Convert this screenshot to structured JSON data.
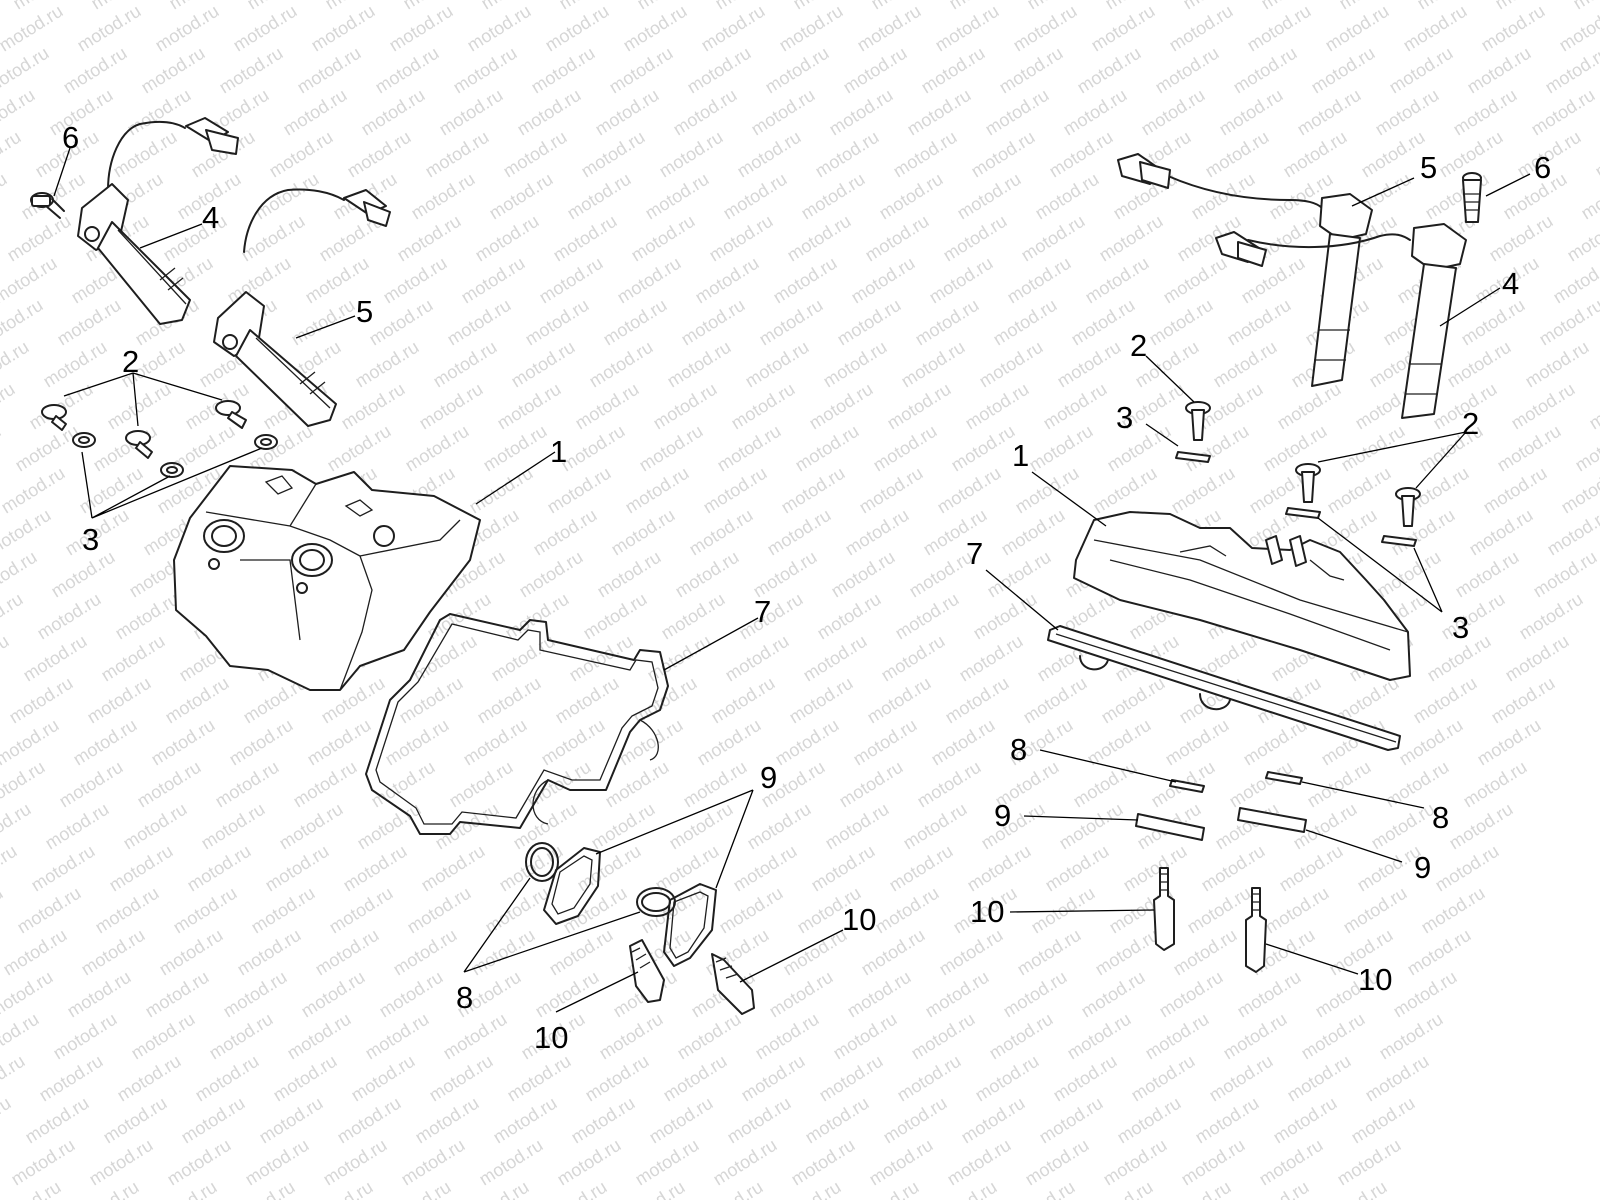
{
  "watermark": {
    "text": "motod.ru",
    "color": "#d6d6d6"
  },
  "left_view": {
    "callouts": {
      "c1": "1",
      "c2": "2",
      "c3": "3",
      "c4": "4",
      "c5": "5",
      "c6": "6",
      "c7": "7",
      "c8": "8",
      "c9": "9",
      "c10a": "10",
      "c10b": "10"
    }
  },
  "right_view": {
    "callouts": {
      "c1": "1",
      "c2a": "2",
      "c2b": "2",
      "c3a": "3",
      "c3b": "3",
      "c4": "4",
      "c5": "5",
      "c6": "6",
      "c7": "7",
      "c8a": "8",
      "c8b": "8",
      "c9a": "9",
      "c9b": "9",
      "c10a": "10",
      "c10b": "10"
    }
  }
}
